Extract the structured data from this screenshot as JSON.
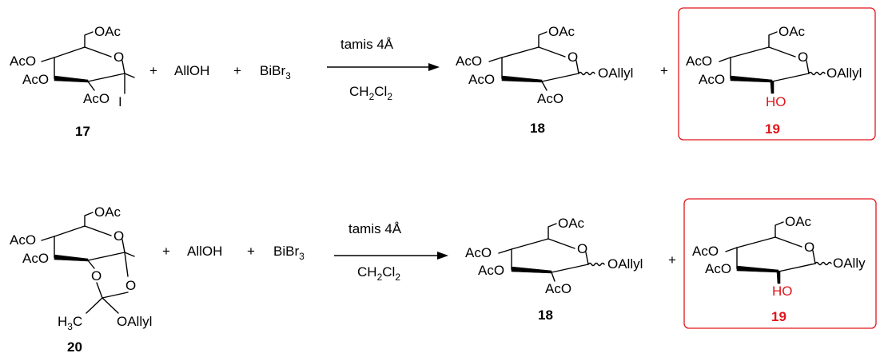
{
  "colors": {
    "text": "#000000",
    "highlight": "#e0161b"
  },
  "reactions": [
    {
      "reactant": {
        "number": "17",
        "ring_oxygen": "O",
        "c6_group": "OAc",
        "c4_group": "AcO",
        "c3_group": "AcO",
        "c2_group": "AcO",
        "anomeric_group": "I"
      },
      "plus_1": "+",
      "reagent_1": "AllOH",
      "plus_2": "+",
      "reagent_2": "BiBr",
      "reagent_2_subscript": "3",
      "conditions_above": "tamis 4Å",
      "conditions_below_main": "CH",
      "conditions_below_sub": "2",
      "conditions_below_main2": "Cl",
      "conditions_below_sub2": "2",
      "product_1": {
        "number": "18",
        "ring_oxygen": "O",
        "c6_group": "OAc",
        "c4_group": "AcO",
        "c3_group": "AcO",
        "c2_group": "AcO",
        "anomeric_group": "OAllyl"
      },
      "plus_3": "+",
      "product_2": {
        "number": "19",
        "ring_oxygen": "O",
        "c6_group": "OAc",
        "c4_group": "AcO",
        "c3_group": "AcO",
        "c2_group": "HO",
        "anomeric_group": "OAllyl"
      }
    },
    {
      "reactant": {
        "number": "20",
        "ring_oxygen": "O",
        "c6_group": "OAc",
        "c4_group": "AcO",
        "c3_group": "AcO",
        "orthoester_o1": "O",
        "orthoester_o2": "O",
        "orthoester_methyl": "H",
        "orthoester_methyl_sub": "3",
        "orthoester_methyl_c": "C",
        "orthoester_allyl": "OAllyl"
      },
      "plus_1": "+",
      "reagent_1": "AllOH",
      "plus_2": "+",
      "reagent_2": "BiBr",
      "reagent_2_subscript": "3",
      "conditions_above": "tamis 4Å",
      "conditions_below_main": "CH",
      "conditions_below_sub": "2",
      "conditions_below_main2": "Cl",
      "conditions_below_sub2": "2",
      "product_1": {
        "number": "18",
        "ring_oxygen": "O",
        "c6_group": "OAc",
        "c4_group": "AcO",
        "c3_group": "AcO",
        "c2_group": "AcO",
        "anomeric_group": "OAllyl"
      },
      "plus_3": "+",
      "product_2": {
        "number": "19",
        "ring_oxygen": "O",
        "c6_group": "OAc",
        "c4_group": "AcO",
        "c3_group": "AcO",
        "c2_group": "HO",
        "anomeric_group": "OAlly"
      }
    }
  ]
}
